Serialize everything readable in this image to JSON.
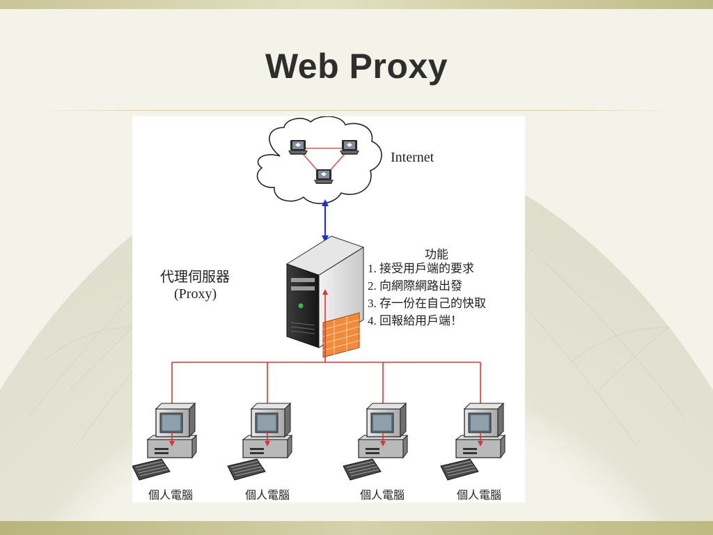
{
  "slide": {
    "title": "Web Proxy"
  },
  "diagram": {
    "internet_label": "Internet",
    "proxy_label_zh": "代理伺服器",
    "proxy_label_en": "(Proxy)",
    "functions_title": "功能",
    "functions": [
      "1. 接受用戶端的要求",
      "2. 向網際網路出發",
      "3. 存一份在自己的快取",
      "4. 回報給用戶端！"
    ],
    "clients": [
      {
        "label": "個人電腦"
      },
      {
        "label": "個人電腦"
      },
      {
        "label": "個人電腦"
      },
      {
        "label": "個人電腦"
      }
    ],
    "colors": {
      "request_line": "#e53030",
      "internet_link": "#1f2fd6",
      "mesh_line": "#e35050",
      "firewall": "#f08a3c"
    }
  }
}
